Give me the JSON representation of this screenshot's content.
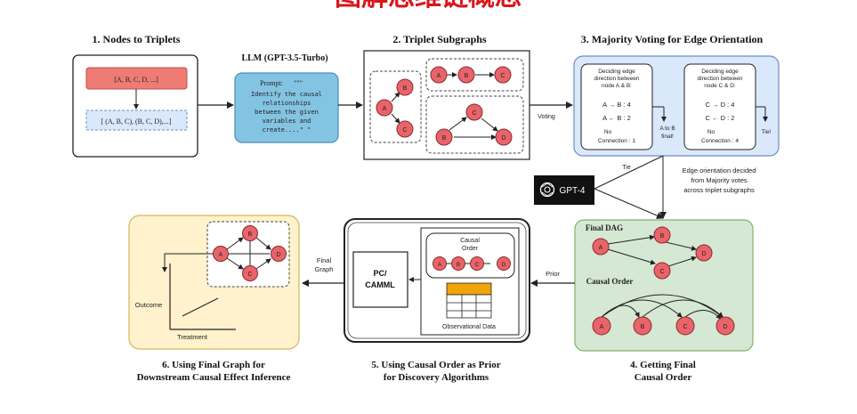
{
  "banner": {
    "text": "图解思维链概念"
  },
  "steps": {
    "s1": {
      "title": "1. Nodes to Triplets",
      "nodes": "[A, B, C, D, ...]",
      "triplets": "[ (A, B, C), (B, C, D),...]"
    },
    "llm": {
      "title": "LLM (GPT-3.5-Turbo)",
      "prompt_label": "Prompt:",
      "prompt_quote": "\"\"\"",
      "prompt_lines": [
        "Identify the causal",
        "relationships",
        "between the given",
        "variables and",
        "create....\"  \""
      ]
    },
    "s2": {
      "title": "2. Triplet Subgraphs",
      "voting_label": "Voting"
    },
    "s3": {
      "title": "3. Majority Voting for Edge Orientation",
      "ab": {
        "lines": [
          "Deciding edge",
          "direction between",
          "node A & B:"
        ],
        "opt1": "A → B : 4",
        "opt2": "A ← B : 2",
        "noconn1": "No",
        "noconn2": "Connection : 1",
        "result1": "A to B",
        "result2": "final!"
      },
      "cd": {
        "lines": [
          "Deciding edge",
          "direction between",
          "node C & D:"
        ],
        "opt1": "C → D : 4",
        "opt2": "C ← D : 2",
        "noconn1": "No",
        "noconn2": "Connection : 4",
        "result": "Tie!"
      }
    },
    "gpt4": {
      "label": "GPT-4",
      "tie": "Tie",
      "note": [
        "Edge orientation decided",
        "from Majority votes",
        "across triplet subgraphs"
      ]
    },
    "s4": {
      "final_dag": "Final DAG",
      "causal_order": "Causal Order",
      "caption": [
        "4. Getting Final",
        "Causal Order"
      ]
    },
    "s5": {
      "causal_order_lines": [
        "Causal",
        "Order"
      ],
      "pc": [
        "PC/",
        "CAMML"
      ],
      "observational": "Observational Data",
      "prior": "Prior",
      "caption": [
        "5. Using Causal Order as Prior",
        "for Discovery Algorithms"
      ]
    },
    "s6": {
      "final_graph": [
        "Final",
        "Graph"
      ],
      "outcome": "Outcome",
      "treatment": "Treatment",
      "caption": [
        "6. Using Final Graph for",
        "Downstream Causal Effect Inference"
      ]
    }
  },
  "node_letters": {
    "a": "A",
    "b": "B",
    "c": "C",
    "d": "D"
  },
  "colors": {
    "banner_red": "#d8161b",
    "node_fill": "#e9646a",
    "node_stroke": "#8a2a2a",
    "pink_box": "#ee7c74",
    "blue_box": "#83c4e2",
    "light_blue": "#dae8fc",
    "green": "#d5e8d4",
    "yellow": "#fff2cc",
    "orange": "#f0a30a"
  }
}
